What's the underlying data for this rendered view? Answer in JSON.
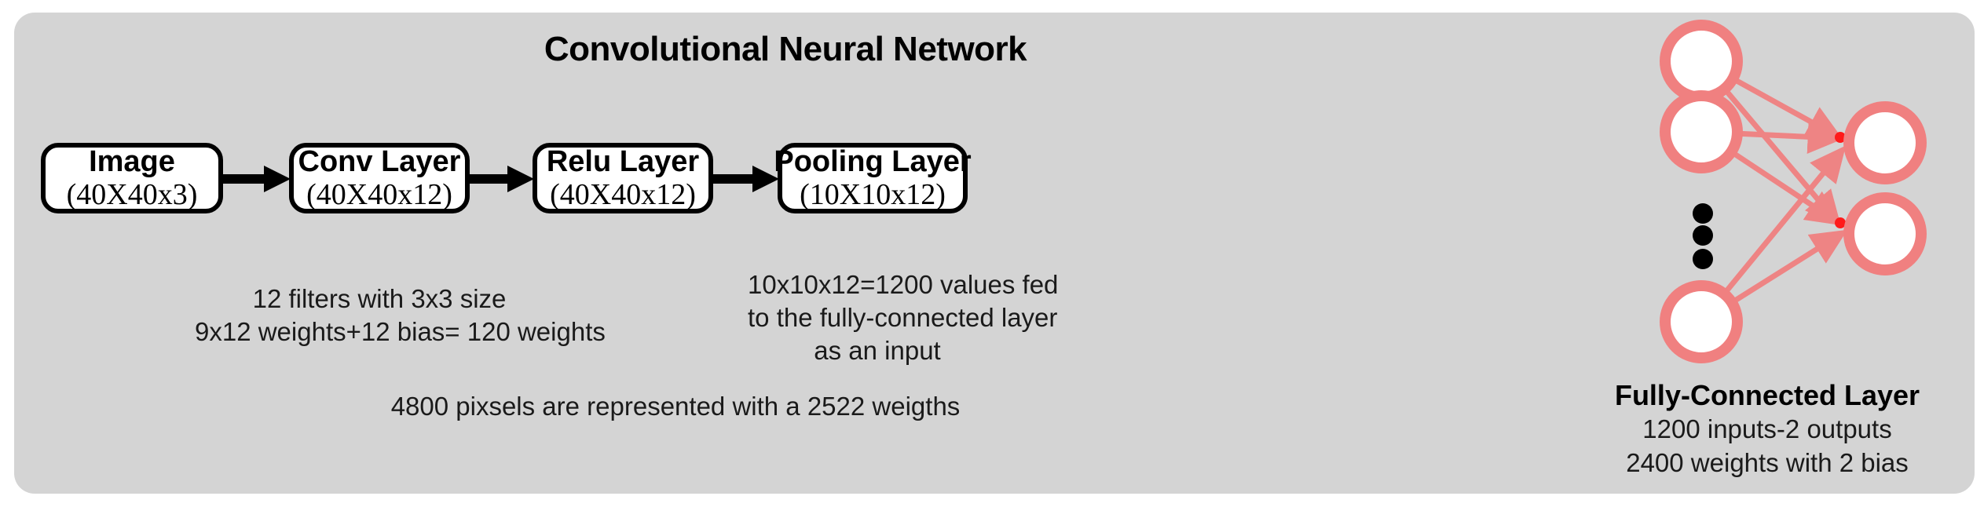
{
  "diagram": {
    "title": "Convolutional Neural Network",
    "panel_color": "#d4d4d4",
    "accent_color": "#f08080",
    "accent_strong_color": "#ff1a1a",
    "box_border_color": "#000000",
    "box_fill_color": "#ffffff"
  },
  "layers": [
    {
      "name": "Image",
      "dims": "(40X40x3)"
    },
    {
      "name": "Conv Layer",
      "dims": "(40X40x12)"
    },
    {
      "name": "Relu Layer",
      "dims": "(40X40x12)"
    },
    {
      "name": "Pooling Layer",
      "dims": "(10X10x12)"
    }
  ],
  "captions": {
    "conv": {
      "line1": "12 filters with 3x3 size",
      "line2": "9x12 weights+12 bias= 120 weights"
    },
    "pooling": {
      "line1": "10x10x12=1200 values fed",
      "line2": "to the fully-connected layer",
      "line3": "as an input"
    },
    "center": "4800 pixsels are represented with a 2522 weigths"
  },
  "fully_connected": {
    "title": "Fully-Connected Layer",
    "line1": "1200 inputs-2 outputs",
    "line2": "2400 weights with 2 bias",
    "input_nodes": 3,
    "output_nodes": 2,
    "ellipsis_dots": 3
  }
}
